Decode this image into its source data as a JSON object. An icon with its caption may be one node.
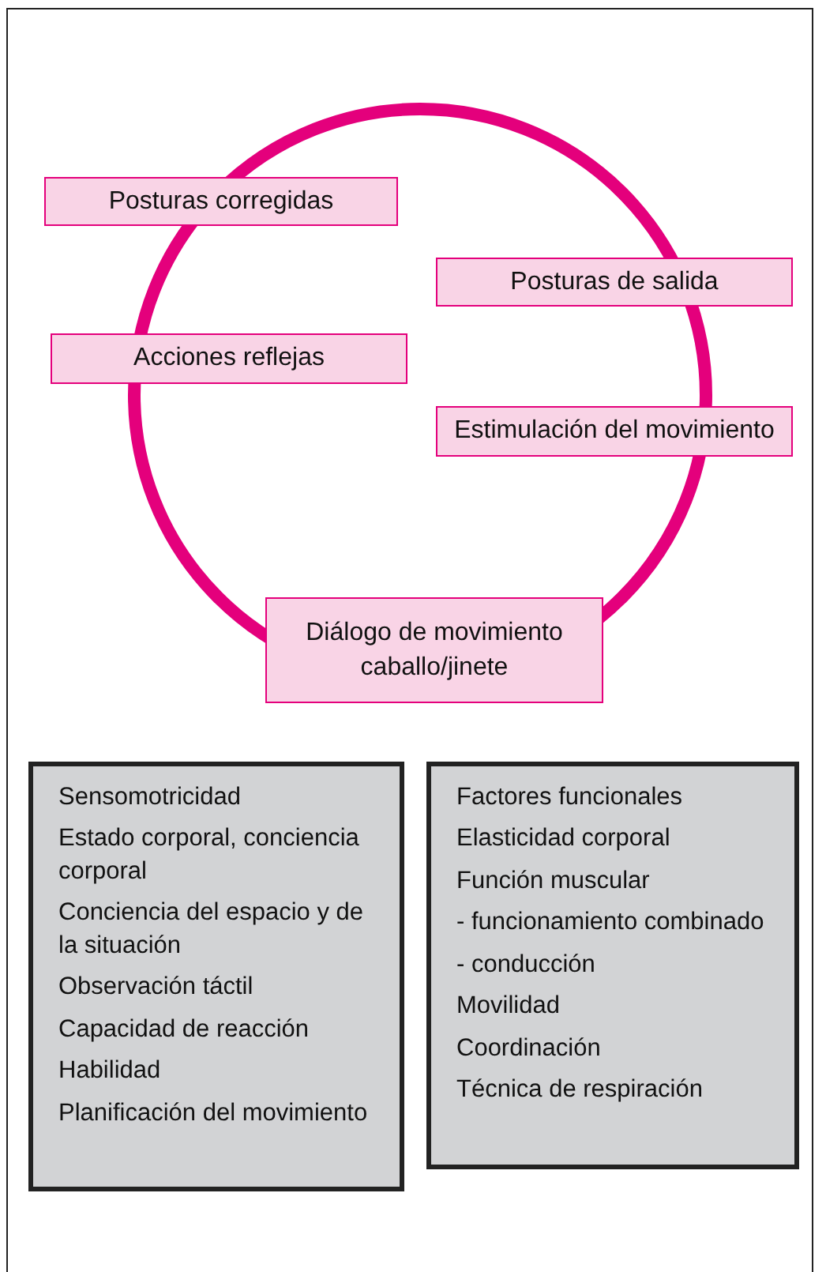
{
  "diagram": {
    "nodes": [
      {
        "text": [
          "Posturas corregidas"
        ]
      },
      {
        "text": [
          "Posturas de salida"
        ]
      },
      {
        "text": [
          "Acciones reflejas"
        ]
      },
      {
        "text": [
          "Estimulación del movimiento"
        ]
      },
      {
        "text": [
          "Diálogo de movimiento caballo/jinete"
        ]
      },
      {
        "text": [
          "Sensomotricidad",
          "Estado corporal, conciencia corporal",
          "Conciencia del espacio y de la situación",
          "Observación táctil",
          "Capacidad de reacción",
          "Habilidad",
          "Planificación del movimiento"
        ]
      },
      {
        "text": [
          "Factores funcionales",
          "Elasticidad corporal",
          "Función muscular",
          "- funcionamiento combinado",
          "- conducción",
          "Movilidad",
          "Coordinación",
          "Técnica de respiración"
        ]
      }
    ],
    "edges": []
  }
}
